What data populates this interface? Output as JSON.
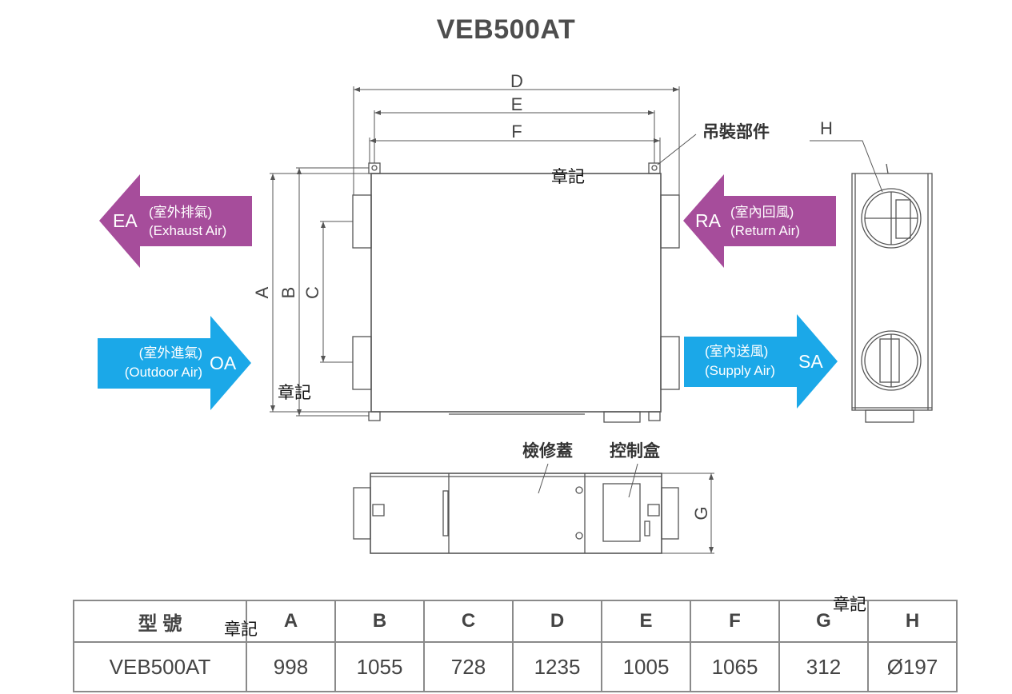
{
  "title": "VEB500AT",
  "dimension_labels": {
    "A": "A",
    "B": "B",
    "C": "C",
    "D": "D",
    "E": "E",
    "F": "F",
    "G": "G",
    "H": "H"
  },
  "callouts": {
    "hanging_bracket": "吊裝部件",
    "inspection_cover": "檢修蓋",
    "control_box": "控制盒"
  },
  "airflows": {
    "ea": {
      "code": "EA",
      "zh": "(室外排氣)",
      "en": "(Exhaust Air)",
      "color": "#a64d9b"
    },
    "oa": {
      "code": "OA",
      "zh": "(室外進氣)",
      "en": "(Outdoor Air)",
      "color": "#1ba8e8"
    },
    "ra": {
      "code": "RA",
      "zh": "(室內回風)",
      "en": "(Return Air)",
      "color": "#a64d9b"
    },
    "sa": {
      "code": "SA",
      "zh": "(室內送風)",
      "en": "(Supply Air)",
      "color": "#1ba8e8"
    }
  },
  "stamps": [
    "章記",
    "章記",
    "章記",
    "章記"
  ],
  "table": {
    "headers": [
      "型 號",
      "A",
      "B",
      "C",
      "D",
      "E",
      "F",
      "G",
      "H"
    ],
    "rows": [
      [
        "VEB500AT",
        "998",
        "1055",
        "728",
        "1235",
        "1005",
        "1065",
        "312",
        "Ø197"
      ]
    ]
  }
}
